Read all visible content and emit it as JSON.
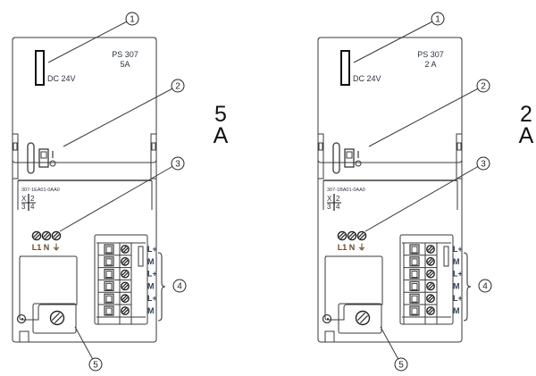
{
  "figure": {
    "units": [
      {
        "id": "left",
        "model": "PS 307",
        "current": "5A",
        "voltage_label": "DC 24V",
        "part_number": "307-1EA01-0AA0",
        "side_label_number": "5",
        "side_label_unit": "A",
        "slot_marker": {
          "top_left": "X",
          "top_right": "2",
          "bottom_left": "3",
          "bottom_right": "4"
        }
      },
      {
        "id": "right",
        "model": "PS 307",
        "current": "2 A",
        "voltage_label": "DC 24V",
        "part_number": "307-1BA01-0AA0",
        "side_label_number": "2",
        "side_label_unit": "A",
        "slot_marker": {
          "top_left": "X",
          "top_right": "2",
          "bottom_left": "3",
          "bottom_right": "4"
        }
      }
    ],
    "mains_terminals": [
      "L1",
      "N",
      "⏚"
    ],
    "output_terminals": [
      "L+",
      "M",
      "L+",
      "M",
      "L+",
      "M"
    ],
    "callouts": [
      "1",
      "2",
      "3",
      "4",
      "5"
    ],
    "colors": {
      "line": "#3a3a3a",
      "text": "#2b3340",
      "terminal_label": "#2f3f5a",
      "mains_label": "#6a4a28"
    }
  }
}
